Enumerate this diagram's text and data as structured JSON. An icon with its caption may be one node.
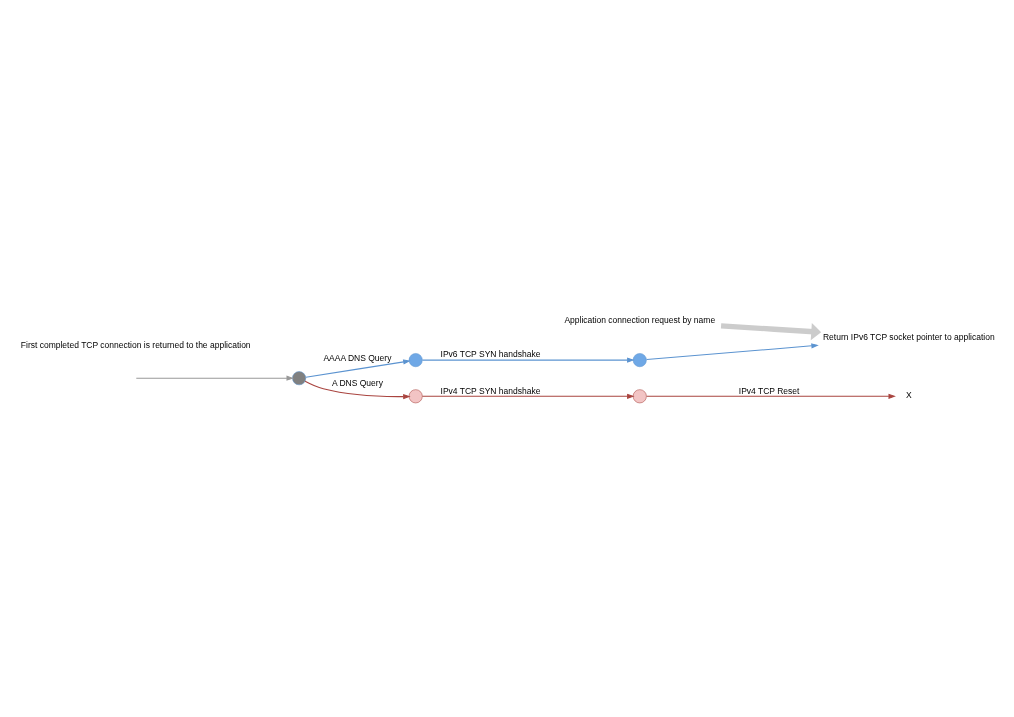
{
  "diagram": {
    "nodes": [
      {
        "text": [
          "Application connection request by name"
        ]
      },
      {
        "text": [
          "Return IPv6 TCP socket pointer to application"
        ]
      },
      {
        "text": [],
        "shape": "circle"
      },
      {
        "text": [],
        "shape": "circle"
      },
      {
        "text": [],
        "shape": "circle"
      },
      {
        "text": [],
        "shape": "circle"
      },
      {
        "text": [],
        "shape": "circle"
      },
      {
        "text": [
          "X"
        ]
      }
    ],
    "edges": [
      {
        "from": 0,
        "to": 1,
        "arrow": "to",
        "style": "thick",
        "color": "#cccccc"
      },
      {
        "from": null,
        "to": 2,
        "arrow": "to",
        "color": "#999999"
      },
      {
        "from": 2,
        "to": 3,
        "arrow": "to",
        "label": "AAAA DNS Query",
        "color": "#5b93d0"
      },
      {
        "from": 3,
        "to": 4,
        "arrow": "to",
        "label": "IPv6 TCP SYN handshake",
        "color": "#5b93d0"
      },
      {
        "from": 4,
        "to": 1,
        "arrow": "to",
        "color": "#5b93d0"
      },
      {
        "from": 2,
        "to": 5,
        "arrow": "to",
        "label": "A DNS Query",
        "color": "#a9443f"
      },
      {
        "from": 5,
        "to": 6,
        "arrow": "to",
        "label": "IPv4 TCP SYN handshake",
        "color": "#a9443f"
      },
      {
        "from": 6,
        "to": 7,
        "arrow": "to",
        "label": "IPv4 TCP Reset",
        "color": "#a9443f"
      }
    ],
    "labels": [
      "First completed TCP connection is returned to the application"
    ]
  }
}
